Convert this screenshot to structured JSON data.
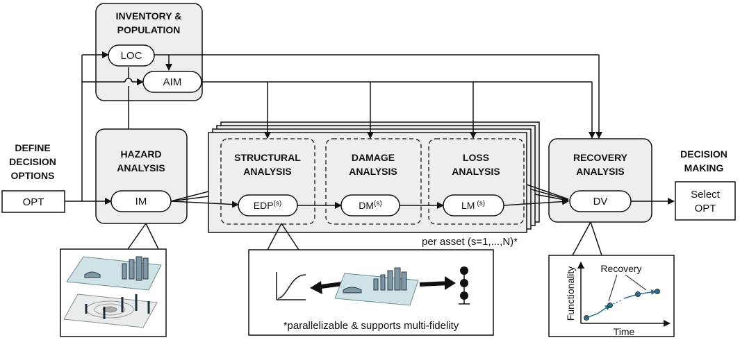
{
  "blocks": {
    "define": [
      "DEFINE",
      "DECISION",
      "OPTIONS"
    ],
    "inventory": [
      "INVENTORY &",
      "POPULATION"
    ],
    "hazard": [
      "HAZARD",
      "ANALYSIS"
    ],
    "structural": [
      "STRUCTURAL",
      "ANALYSIS"
    ],
    "damage": [
      "DAMAGE",
      "ANALYSIS"
    ],
    "loss": [
      "LOSS",
      "ANALYSIS"
    ],
    "recovery": [
      "RECOVERY",
      "ANALYSIS"
    ],
    "decision": [
      "DECISION",
      "MAKING"
    ]
  },
  "nodes": {
    "opt": "OPT",
    "loc": "LOC",
    "aim": "AIM",
    "im": "IM",
    "edp": "EDP",
    "edp_sup": "(s)",
    "dm": "DM",
    "dm_sup": "(s)",
    "lm": "LM",
    "lm_sup": "(s)",
    "dv": "DV",
    "select": [
      "Select",
      "OPT"
    ]
  },
  "notes": {
    "per_asset": "per asset (s=1,...,N)*",
    "parallel": "*parallelizable & supports multi-fidelity"
  },
  "recovery_plot": {
    "ylabel": "Functionality",
    "xlabel": "Time",
    "annotation": "Recovery"
  },
  "colors": {
    "panel_fill": "#eeeeee",
    "stroke": "#111111",
    "map_fill": "#cfe3e6",
    "building": "#7b9aa6",
    "plot_line": "#2b6f8a"
  }
}
